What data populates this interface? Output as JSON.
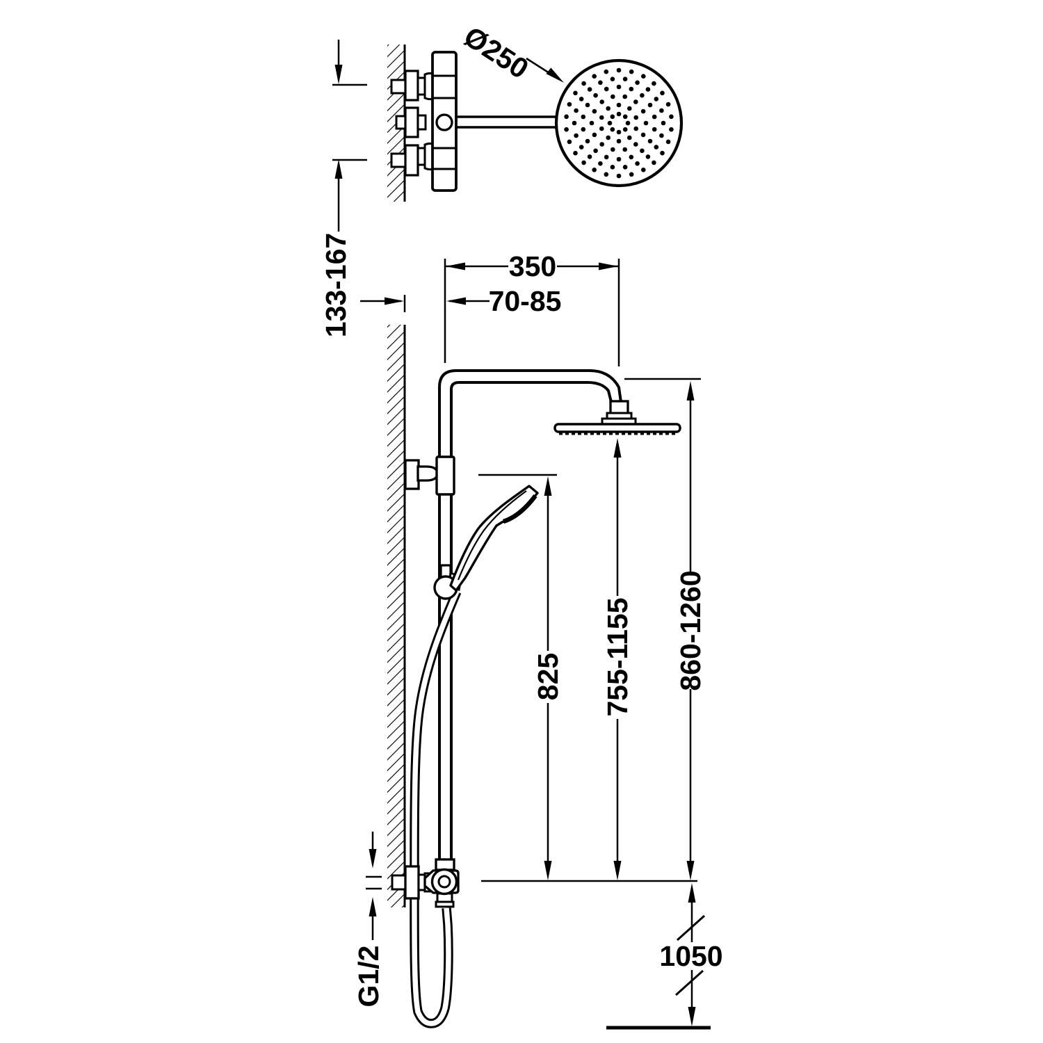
{
  "drawing": {
    "title": "shower-column-installation-diagram",
    "line_color": "#000000",
    "background_color": "#ffffff",
    "dimensions": {
      "head_diameter": "Ø250",
      "supply_spacing": "133-167",
      "arm_projection": "350",
      "wall_to_rail": "70-85",
      "handset_height": "825",
      "head_height_range": "755-1155",
      "outlet_height_range": "860-1260",
      "thread": "G1/2",
      "valve_height": "1050"
    }
  }
}
